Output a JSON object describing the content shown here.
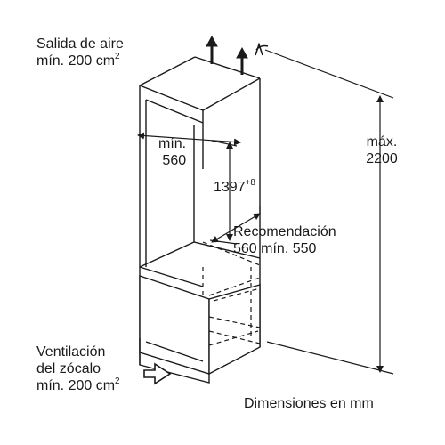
{
  "air_outlet": {
    "line1": "Salida de aire",
    "line2_prefix": "mín. 200 cm",
    "line2_sup": "2"
  },
  "base_ventilation": {
    "line1": "Ventilación",
    "line2": "del zócalo",
    "line3_prefix": "mín. 200 cm",
    "line3_sup": "2"
  },
  "dim_niche_width": {
    "line1": "mín.",
    "line2": "560"
  },
  "dim_appliance_height": {
    "value": "1397",
    "tolerance": "+8"
  },
  "dim_max_height": {
    "line1": "máx.",
    "line2": "2200"
  },
  "recommendation": {
    "line1": "Recomendación",
    "line2": "560 mín. 550"
  },
  "units_note": "Dimensiones en mm",
  "colors": {
    "line": "#1a1a1a",
    "fill": "#ffffff"
  }
}
